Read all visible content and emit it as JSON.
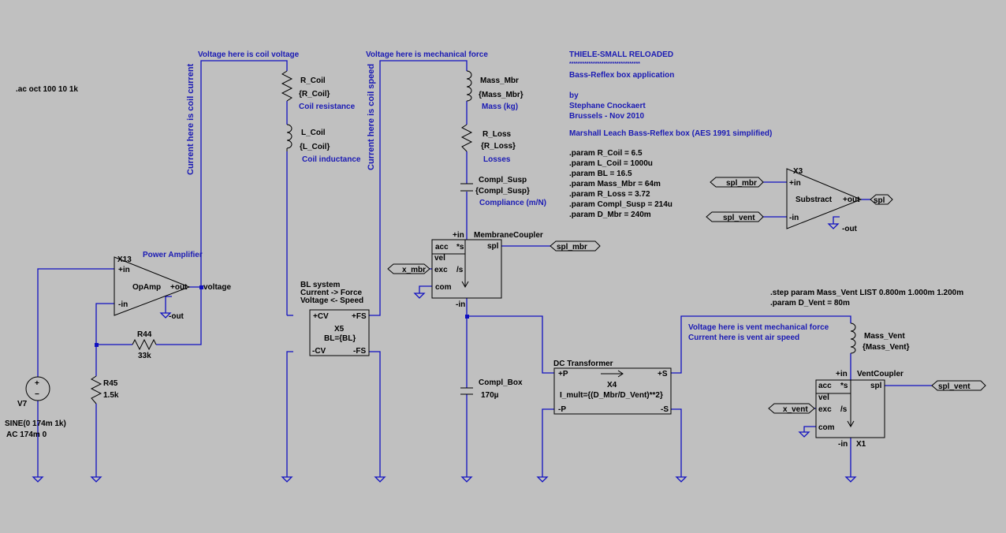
{
  "directives": {
    "ac": ".ac oct 100 10 1k",
    "step": ".step param Mass_Vent LIST 0.800m 1.000m 1.200m",
    "dvent": ".param D_Vent = 80m"
  },
  "header": {
    "title": "THIELE-SMALL RELOADED",
    "stars": "*********************************",
    "subtitle": "Bass-Reflex box application",
    "by": "by",
    "author": "Stephane Cnockaert",
    "location": "Brussels - Nov 2010",
    "reference": "Marshall Leach Bass-Reflex box (AES 1991 simplified)"
  },
  "params": [
    ".param R_Coil = 6.5",
    ".param L_Coil = 1000u",
    ".param BL = 16.5",
    ".param Mass_Mbr = 64m",
    ".param R_Loss = 3.72",
    ".param Compl_Susp = 214u",
    ".param D_Mbr = 240m"
  ],
  "notes": {
    "coil_voltage": "Voltage here is coil voltage",
    "coil_current": "Current here is coil current",
    "mech_force": "Voltage here is mechanical force",
    "coil_speed": "Current here is coil speed",
    "vent_force": "Voltage here is vent mechanical force",
    "vent_speed": "Current here is vent air speed"
  },
  "source": {
    "name": "V7",
    "sine": "SINE(0 174m 1k)",
    "ac": "AC 174m 0"
  },
  "amplifier": {
    "name": "X13",
    "label": "Power Amplifier",
    "type": "OpAmp",
    "pin_in_p": "+in",
    "pin_in_n": "-in",
    "pin_out_p": "+out",
    "pin_out_n": "-out",
    "net": "voltage"
  },
  "r44": {
    "name": "R44",
    "value": "33k"
  },
  "r45": {
    "name": "R45",
    "value": "1.5k"
  },
  "rcoil": {
    "name": "R_Coil",
    "value": "{R_Coil}",
    "desc": "Coil resistance"
  },
  "lcoil": {
    "name": "L_Coil",
    "value": "{L_Coil}",
    "desc": "Coil inductance"
  },
  "bl": {
    "title": "BL system",
    "line1": "Current -> Force",
    "line2": "Voltage <- Speed",
    "name": "X5",
    "expr": "BL={BL}",
    "pin_cvp": "+CV",
    "pin_fsp": "+FS",
    "pin_cvn": "-CV",
    "pin_fsn": "-FS"
  },
  "mass_mbr": {
    "name": "Mass_Mbr",
    "value": "{Mass_Mbr}",
    "desc": "Mass (kg)"
  },
  "rloss": {
    "name": "R_Loss",
    "value": "{R_Loss}",
    "desc": "Losses"
  },
  "compl_susp": {
    "name": "Compl_Susp",
    "value": "{Compl_Susp}",
    "desc": "Compliance (m/N)"
  },
  "membrane": {
    "title": "MembraneCoupler",
    "pin_in": "+in",
    "pin_out": "-in",
    "acc": "acc",
    "s": "*s",
    "vel": "vel",
    "exc": "exc",
    "div": "/s",
    "com": "com",
    "spl": "spl"
  },
  "compl_box": {
    "name": "Compl_Box",
    "value": "170µ"
  },
  "transformer": {
    "title": "DC Transformer",
    "name": "X4",
    "expr": "I_mult={(D_Mbr/D_Vent)**2}",
    "pin_pp": "+P",
    "pin_sp": "+S",
    "pin_pn": "-P",
    "pin_sn": "-S"
  },
  "mass_vent": {
    "name": "Mass_Vent",
    "value": "{Mass_Vent}"
  },
  "vent": {
    "title": "VentCoupler",
    "name": "X1",
    "pin_in": "+in",
    "pin_out": "-in",
    "acc": "acc",
    "s": "*s",
    "vel": "vel",
    "exc": "exc",
    "div": "/s",
    "com": "com",
    "spl": "spl"
  },
  "subtract": {
    "name": "X3",
    "label": "Substract",
    "pin_in_p": "+in",
    "pin_in_n": "-in",
    "pin_out_p": "+out",
    "pin_out_n": "-out"
  },
  "netlabels": {
    "spl_mbr": "spl_mbr",
    "x_mbr": "x_mbr",
    "spl_vent": "spl_vent",
    "x_vent": "x_vent",
    "spl": "spl"
  },
  "colors": {
    "background": "#c0c0c0",
    "wire": "#1010c0",
    "note_text": "#1a1ab4",
    "symbol": "#000000"
  }
}
